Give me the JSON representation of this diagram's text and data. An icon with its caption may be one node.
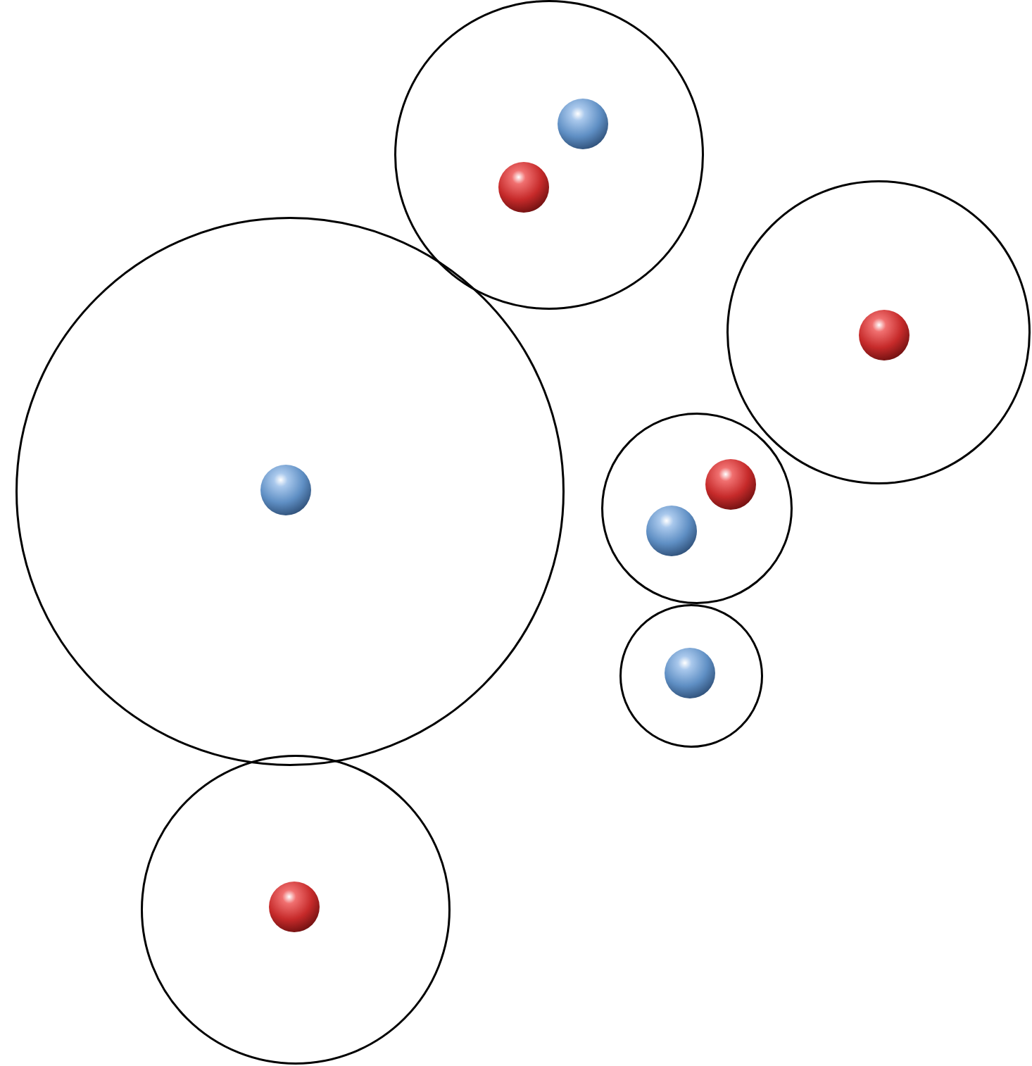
{
  "diagram": {
    "nodes": [
      {
        "text": [],
        "shape": "circle"
      },
      {
        "text": [],
        "shape": "sphere",
        "in": 0
      },
      {
        "text": [],
        "shape": "sphere",
        "in": 0
      },
      {
        "text": [],
        "shape": "circle"
      },
      {
        "text": [],
        "shape": "sphere",
        "in": 3
      },
      {
        "text": [],
        "shape": "circle"
      },
      {
        "text": [],
        "shape": "sphere",
        "in": 5
      },
      {
        "text": [],
        "shape": "circle"
      },
      {
        "text": [],
        "shape": "sphere",
        "in": 7
      },
      {
        "text": [],
        "shape": "sphere",
        "in": 7
      },
      {
        "text": [],
        "shape": "circle"
      },
      {
        "text": [],
        "shape": "sphere",
        "in": 10
      },
      {
        "text": [],
        "shape": "circle"
      },
      {
        "text": [],
        "shape": "sphere",
        "in": 12
      }
    ]
  }
}
